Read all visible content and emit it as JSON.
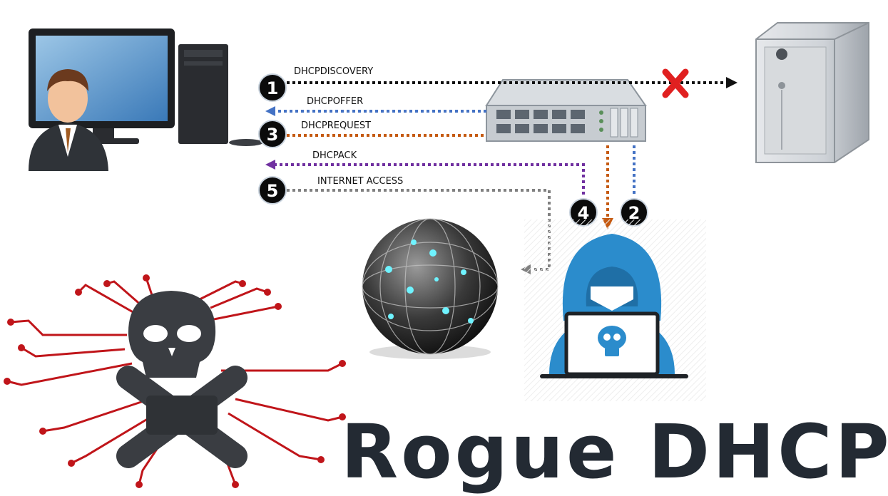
{
  "title": "Rogue DHCP",
  "messages": [
    {
      "step": "1",
      "label": "DHCPDISCOVERY",
      "color": "#111111"
    },
    {
      "step": "2",
      "label": "DHCPOFFER",
      "color": "#4472c4"
    },
    {
      "step": "3",
      "label": "DHCPREQUEST",
      "color": "#c55a11"
    },
    {
      "step": "4",
      "label": "DHCPACK",
      "color": "#7030a0"
    },
    {
      "step": "5",
      "label": "INTERNET ACCESS",
      "color": "#808080"
    }
  ],
  "icons": {
    "client": "user-computer-icon",
    "switch": "network-switch-icon",
    "server": "dhcp-server-icon",
    "blocked": "red-x-icon",
    "attacker": "hooded-hacker-icon",
    "globe": "internet-globe-icon",
    "skull": "circuit-skull-icon"
  },
  "colors": {
    "title": "#232a33",
    "hacker": "#2b8ccc",
    "circuit": "#c0151a"
  }
}
